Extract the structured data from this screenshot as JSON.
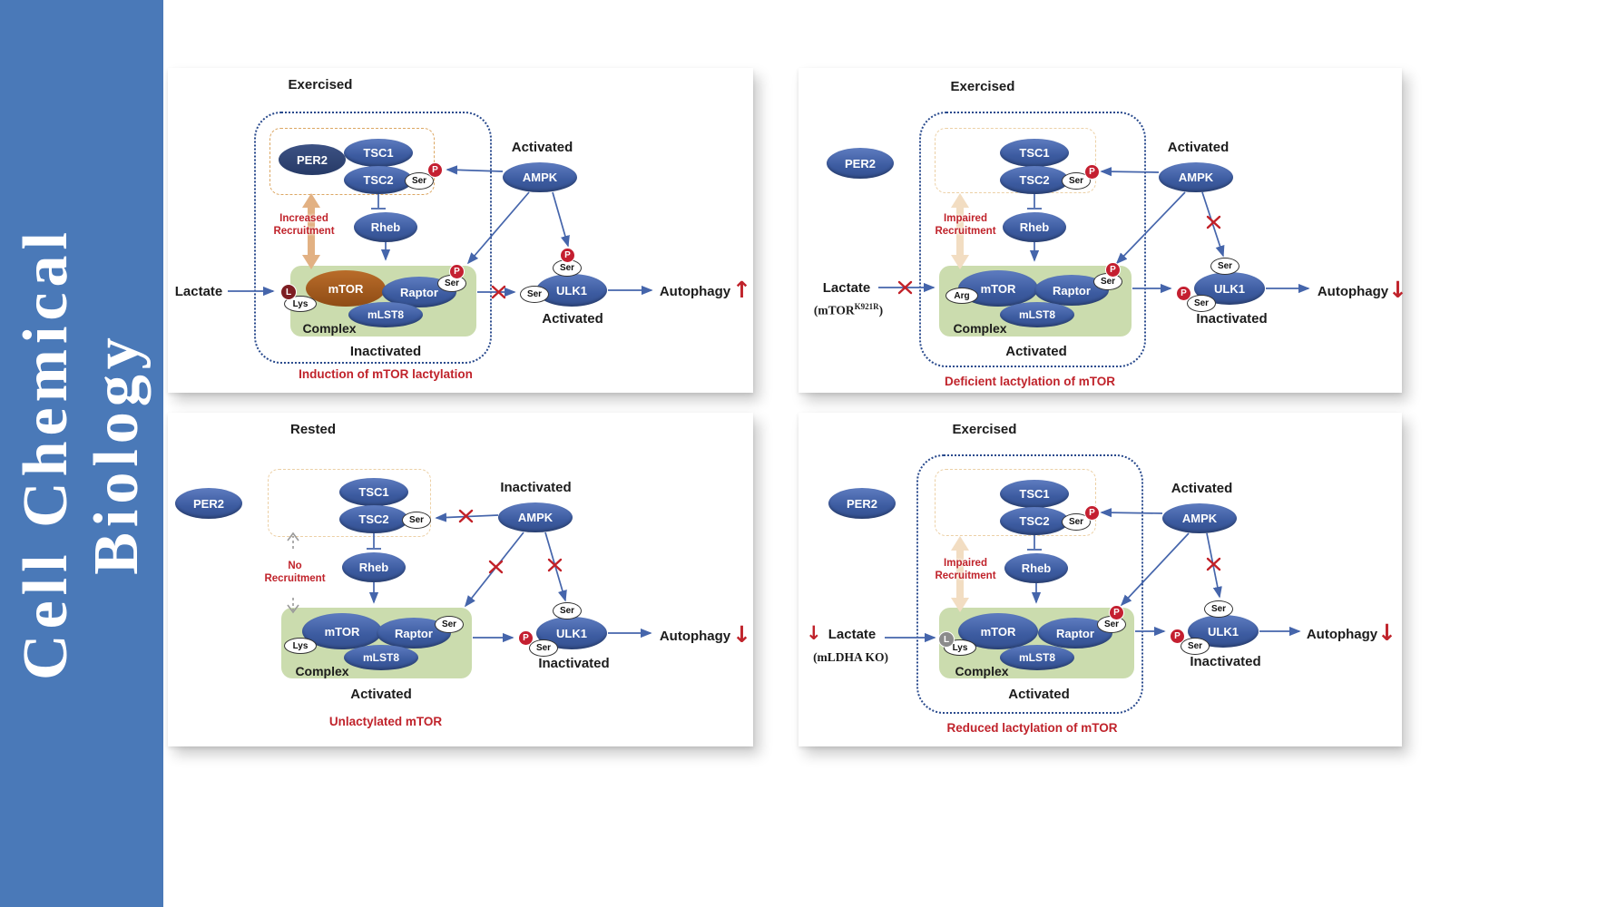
{
  "sidebar": {
    "line1": "Cell Chemical",
    "line2": "Biology"
  },
  "nodes": {
    "per2": "PER2",
    "tsc1": "TSC1",
    "tsc2": "TSC2",
    "rheb": "Rheb",
    "ampk": "AMPK",
    "mtor": "mTOR",
    "raptor": "Raptor",
    "mlst8": "mLST8",
    "ulk1": "ULK1",
    "ser": "Ser",
    "p": "P",
    "l": "L",
    "lys": "Lys",
    "arg": "Arg",
    "complex": "Complex",
    "lactate": "Lactate",
    "autophagy": "Autophagy"
  },
  "panels": {
    "p1": {
      "title": "Exercised",
      "ampk_state": "Activated",
      "recruitment1": "Increased",
      "recruitment2": "Recruitment",
      "complex_state": "Inactivated",
      "ulk1_state": "Activated",
      "autophagy_arrow": "↑",
      "caption": "Induction of mTOR lactylation"
    },
    "p2": {
      "title": "Exercised",
      "ampk_state": "Activated",
      "recruitment1": "Impaired",
      "recruitment2": "Recruitment",
      "complex_state": "Activated",
      "ulk1_state": "Inactivated",
      "autophagy_arrow": "↓",
      "caption": "Deficient lactylation of mTOR",
      "mutant_pre": "(mTOR",
      "mutant_sup": "K921R",
      "mutant_post": ")"
    },
    "p3": {
      "title": "Rested",
      "ampk_state": "Inactivated",
      "recruitment1": "No",
      "recruitment2": "Recruitment",
      "complex_state": "Activated",
      "ulk1_state": "Inactivated",
      "autophagy_arrow": "↓",
      "caption": "Unlactylated mTOR"
    },
    "p4": {
      "title": "Exercised",
      "ampk_state": "Activated",
      "recruitment1": "Impaired",
      "recruitment2": "Recruitment",
      "complex_state": "Activated",
      "ulk1_state": "Inactivated",
      "autophagy_arrow": "↓",
      "caption": "Reduced lactylation of mTOR",
      "ko_label": "(mLDHA KO)",
      "lactate_arrow": "↓"
    }
  }
}
